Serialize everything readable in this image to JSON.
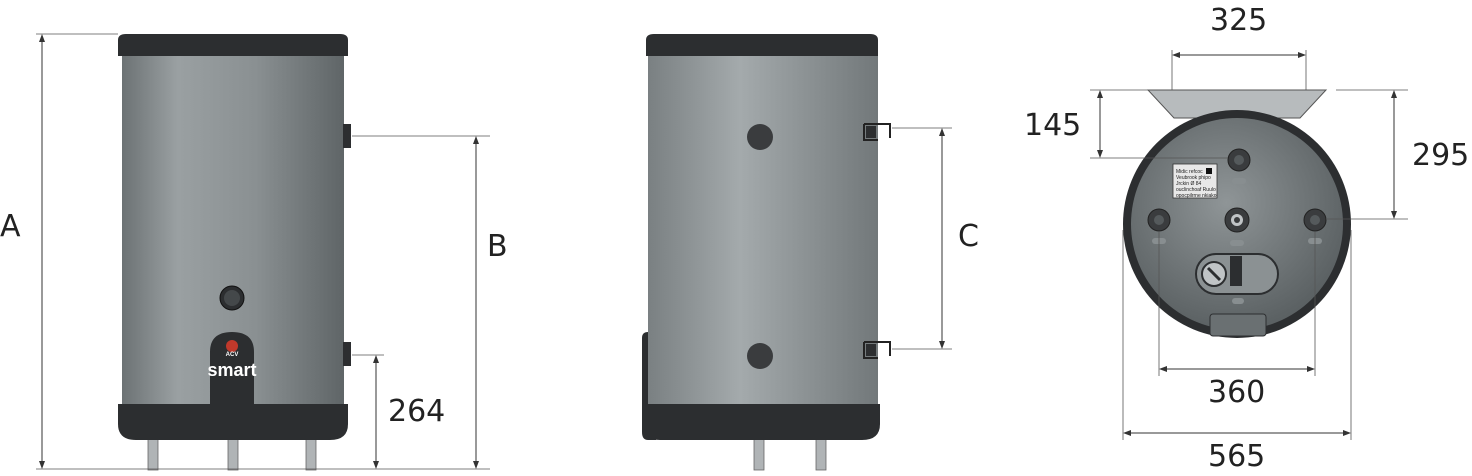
{
  "dimensions": {
    "a": "A",
    "b": "B",
    "c": "C",
    "d264": "264",
    "d325": "325",
    "d145": "145",
    "d295": "295",
    "d360": "360",
    "d565": "565"
  },
  "branding": {
    "logo": "ACV",
    "product": "smart"
  },
  "label_plate": {
    "lines": [
      "Midic refcoc",
      "Veubrook  phipo",
      "Jrckin  Ø 84",
      "ouclinchoaf   Ruulo",
      "opocpilrrne    nkiako"
    ]
  },
  "colors": {
    "body": "#7e8486",
    "body_highlight": "#9aa0a2",
    "cap": "#2c2e30",
    "port": "#3a3c3e"
  }
}
